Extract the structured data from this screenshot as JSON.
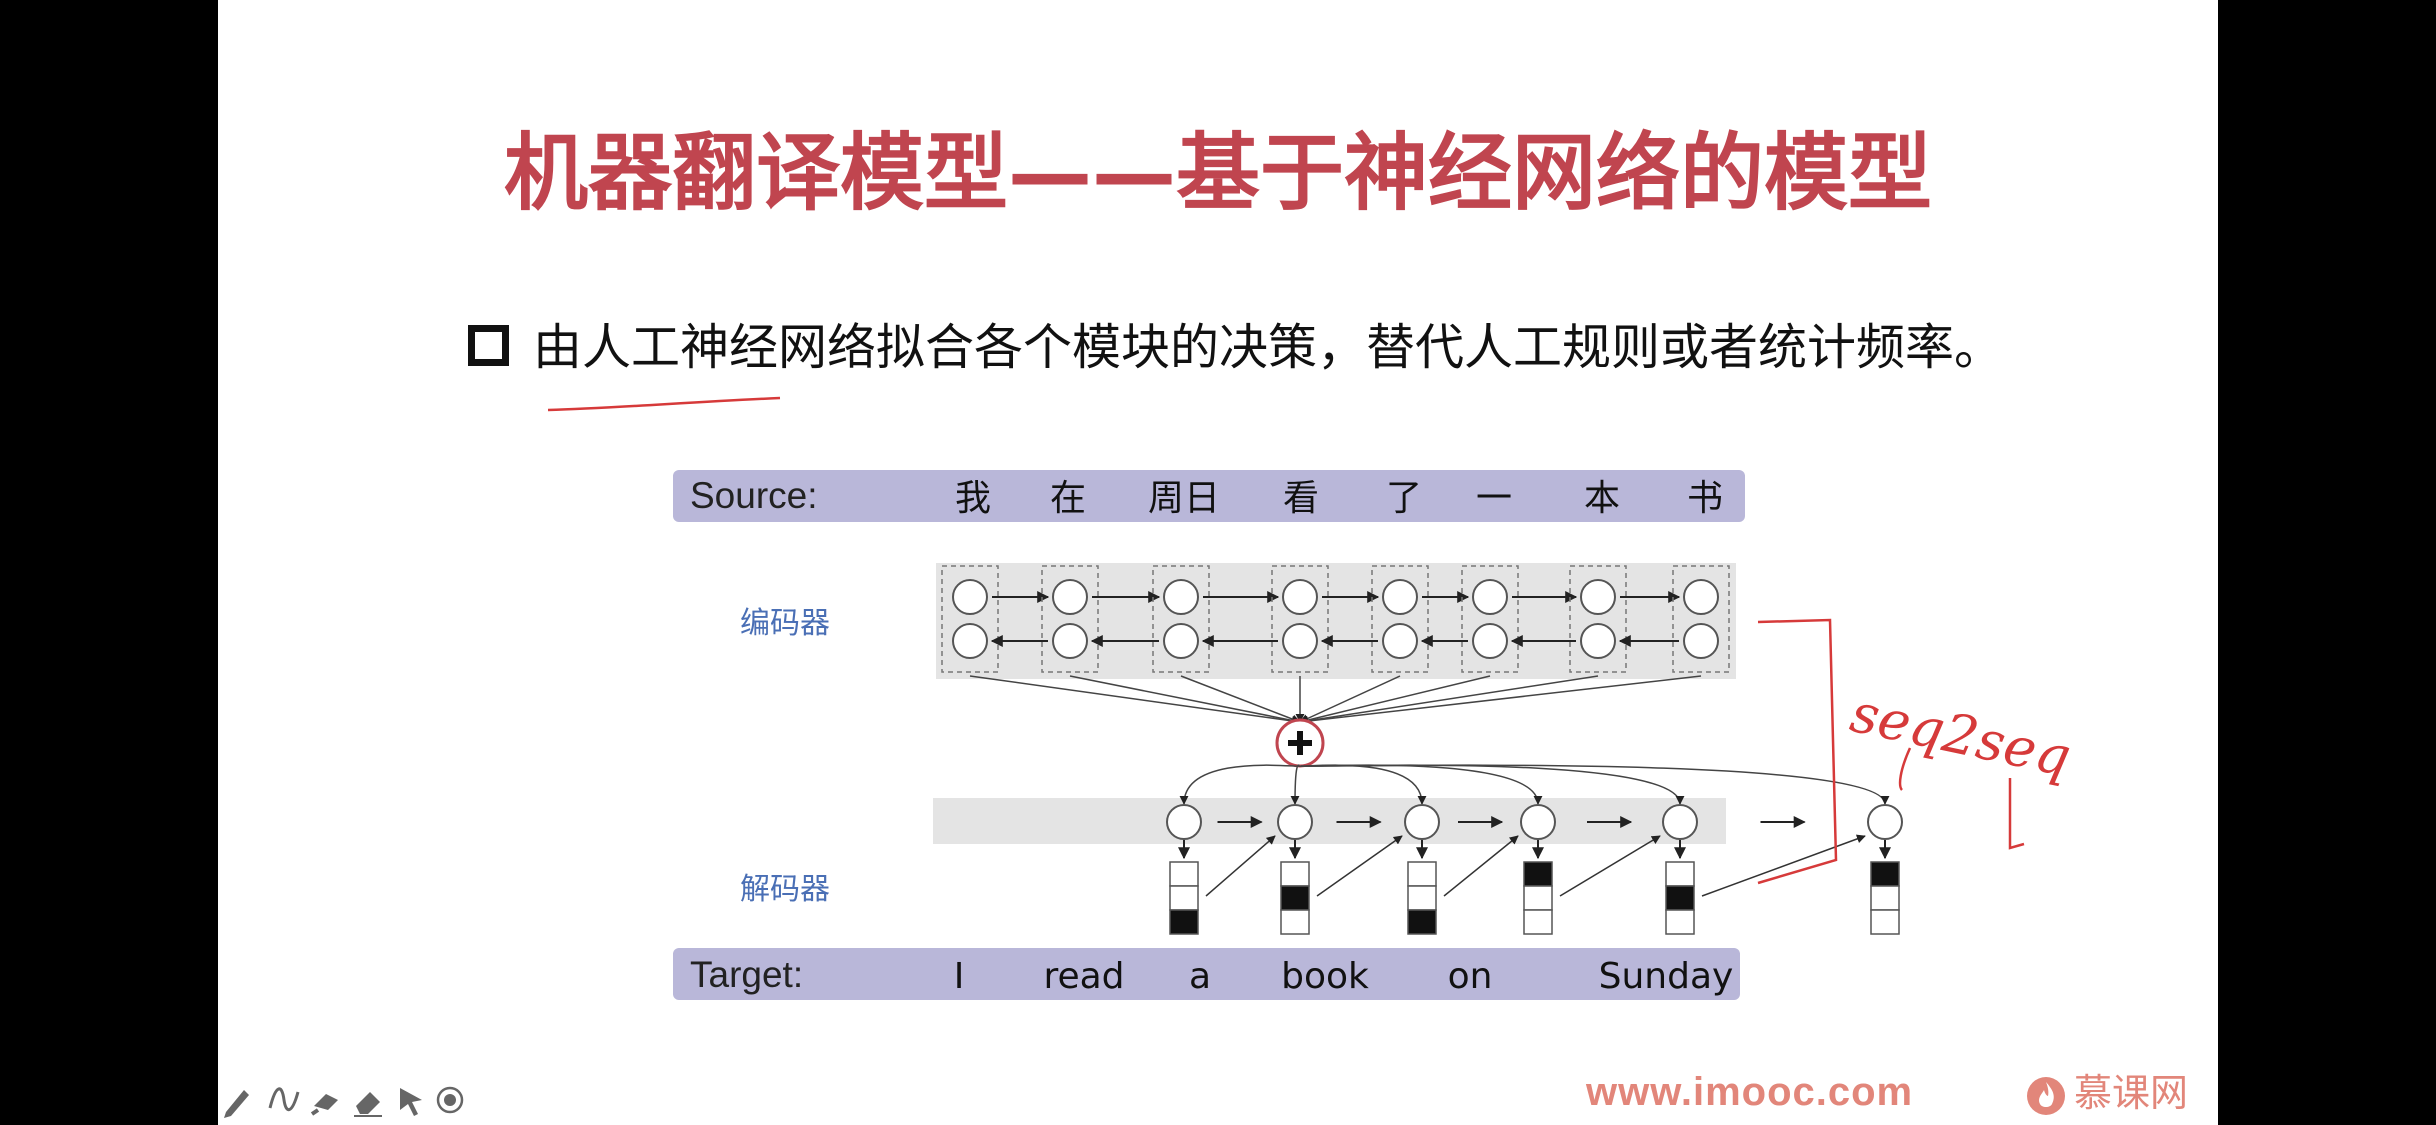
{
  "slide": {
    "title": "机器翻译模型——基于神经网络的模型",
    "bullet": "由人工神经网络拟合各个模块的决策，替代人工规则或者统计频率。"
  },
  "diagram": {
    "source_label": "Source:",
    "source_tokens": [
      "我",
      "在",
      "周日",
      "看",
      "了",
      "一",
      "本",
      "书"
    ],
    "encoder_label": "编码器",
    "decoder_label": "解码器",
    "target_label": "Target:",
    "target_tokens": [
      "I",
      "read",
      "a",
      "book",
      "on",
      "Sunday"
    ]
  },
  "annotation": {
    "handwriting": "seq2seq"
  },
  "footer": {
    "url": "www.imooc.com",
    "brand": "慕课网"
  },
  "toolbar": {
    "tools": [
      "pen-icon",
      "curve-icon",
      "brush-icon",
      "eraser-icon",
      "pointer-icon",
      "record-icon"
    ]
  },
  "colors": {
    "title": "#c0454f",
    "bar": "#b9b7d9",
    "label_blue": "#4a6fb5",
    "annotation_red": "#d63a3a",
    "brand": "#e2867a"
  }
}
